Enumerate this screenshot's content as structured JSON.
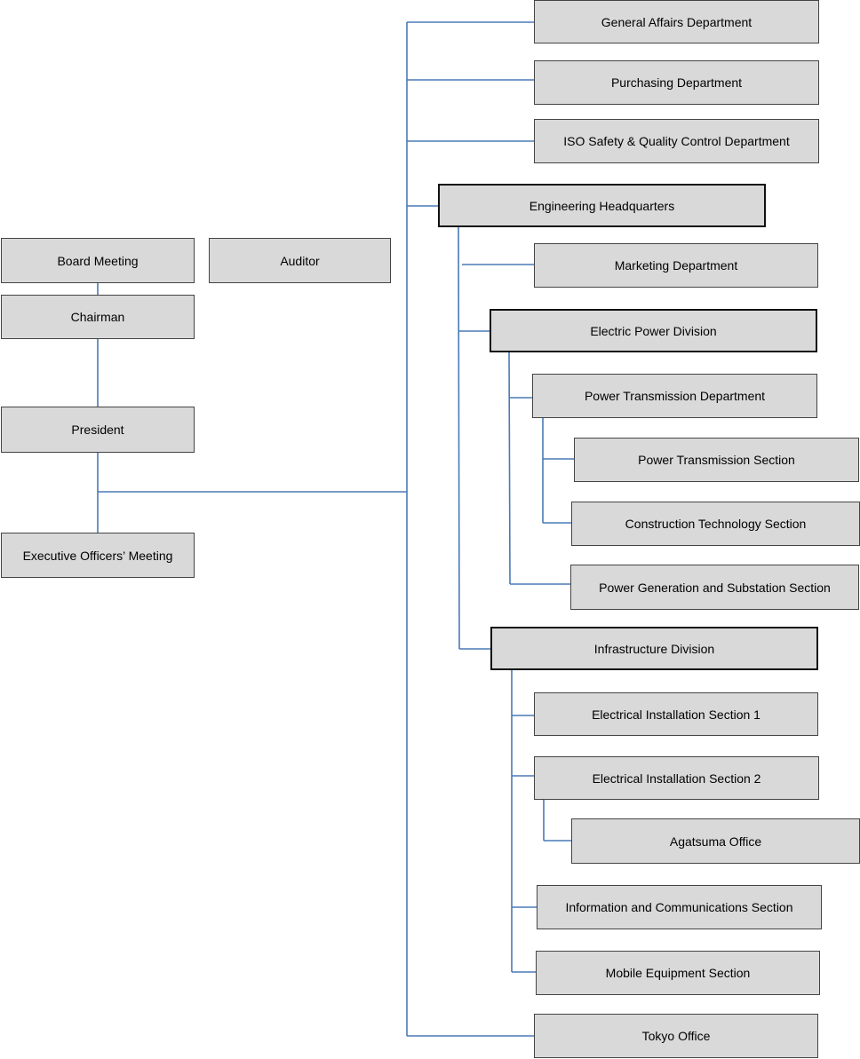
{
  "chart": {
    "board_meeting": "Board Meeting",
    "auditor": "Auditor",
    "chairman": "Chairman",
    "president": "President",
    "executive_meeting": "Executive Officers’ Meeting",
    "general_affairs": "General Affairs Department",
    "purchasing": "Purchasing Department",
    "iso_safety": "ISO Safety & Quality Control Department",
    "engineering_hq": "Engineering Headquarters",
    "marketing": "Marketing Department",
    "electric_power_division": "Electric Power Division",
    "power_transmission_dept": "Power Transmission Department",
    "power_transmission_section": "Power Transmission Section",
    "construction_technology_section": "Construction Technology Section",
    "power_generation_substation_section": "Power Generation and Substation Section",
    "infrastructure_division": "Infrastructure Division",
    "electrical_installation_1": "Electrical Installation Section 1",
    "electrical_installation_2": "Electrical Installation Section 2",
    "agatsuma_office": "Agatsuma Office",
    "info_comm_section": "Information and Communications Section",
    "mobile_equipment_section": "Mobile Equipment Section",
    "tokyo_office": "Tokyo Office"
  },
  "colors": {
    "connector": "#4a7ab5",
    "box_fill": "#d9d9d9"
  }
}
